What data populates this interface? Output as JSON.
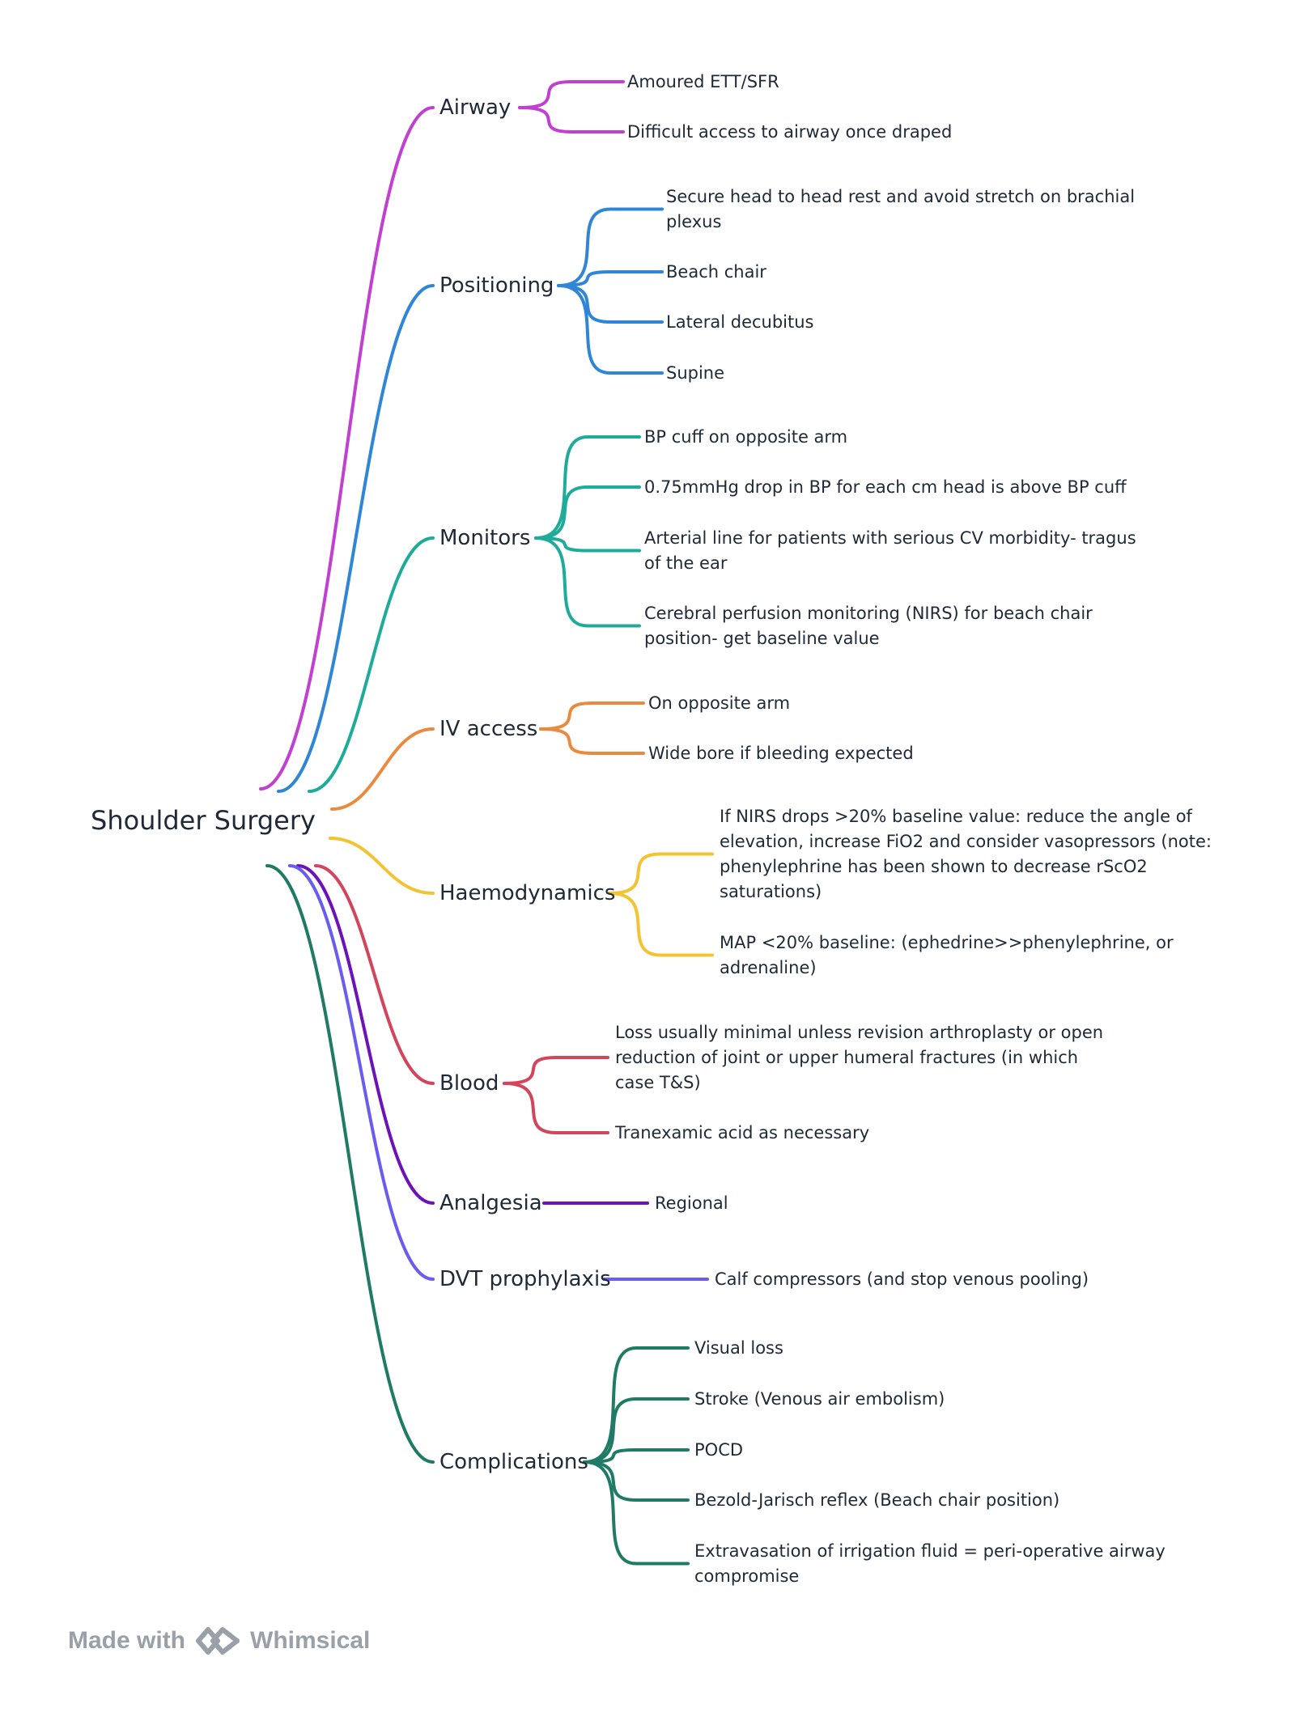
{
  "root": {
    "label": "Shoulder Surgery"
  },
  "branches": [
    {
      "label": "Airway",
      "color": "#c13fd1",
      "children": [
        [
          "Amoured ETT/SFR"
        ],
        [
          "Difficult access to airway once draped"
        ]
      ]
    },
    {
      "label": "Positioning",
      "color": "#2f86d6",
      "children": [
        [
          "Secure head to head rest and avoid stretch on brachial",
          "plexus"
        ],
        [
          "Beach chair"
        ],
        [
          "Lateral decubitus"
        ],
        [
          "Supine"
        ]
      ]
    },
    {
      "label": "Monitors",
      "color": "#1fab9a",
      "children": [
        [
          "BP cuff on opposite arm"
        ],
        [
          "0.75mmHg drop in BP for each cm head is above BP cuff"
        ],
        [
          "Arterial line for patients with serious CV morbidity- tragus",
          "of the ear"
        ],
        [
          "Cerebral perfusion monitoring (NIRS) for beach chair",
          "position- get baseline value"
        ]
      ]
    },
    {
      "label": "IV access",
      "color": "#ea8a3e",
      "children": [
        [
          "On opposite arm"
        ],
        [
          "Wide bore if bleeding expected"
        ]
      ]
    },
    {
      "label": "Haemodynamics",
      "color": "#f3c332",
      "children": [
        [
          "If NIRS drops >20% baseline value: reduce the angle of",
          "elevation, increase FiO2 and consider vasopressors (note:",
          "phenylephrine has been shown to decrease rScO2",
          "saturations)"
        ],
        [
          "MAP <20% baseline: (ephedrine>>phenylephrine, or",
          "adrenaline)"
        ]
      ]
    },
    {
      "label": "Blood",
      "color": "#d2455c",
      "children": [
        [
          "Loss usually minimal unless revision arthroplasty or open",
          "reduction of joint or upper humeral fractures (in which",
          "case T&S)"
        ],
        [
          "Tranexamic acid as necessary"
        ]
      ]
    },
    {
      "label": "Analgesia",
      "color": "#6d12b8",
      "children": [
        [
          "Regional"
        ]
      ]
    },
    {
      "label": "DVT prophylaxis",
      "color": "#6b5cf0",
      "children": [
        [
          "Calf compressors (and stop venous pooling)"
        ]
      ]
    },
    {
      "label": "Complications",
      "color": "#1f7a66",
      "children": [
        [
          "Visual loss"
        ],
        [
          "Stroke (Venous air embolism)"
        ],
        [
          "POCD"
        ],
        [
          "Bezold-Jarisch reflex (Beach chair position)"
        ],
        [
          "Extravasation of irrigation fluid = peri-operative airway",
          "compromise"
        ]
      ]
    }
  ],
  "footer": {
    "made_with": "Made with",
    "brand": "Whimsical",
    "logo_icon": "whimsical-logo-icon",
    "logo_color": "#9aa0a8"
  }
}
